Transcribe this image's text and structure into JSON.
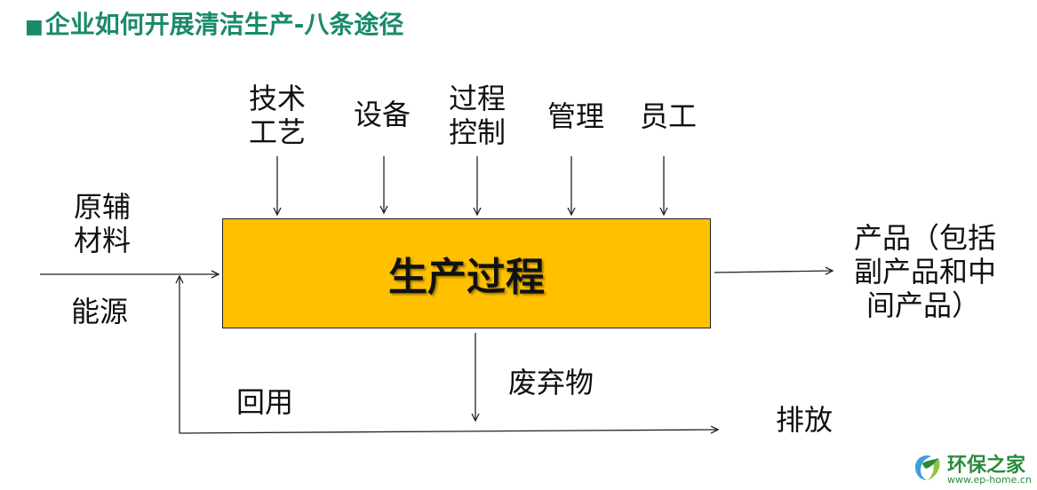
{
  "title": {
    "marker": "■",
    "text": "企业如何开展清洁生产-八条途径"
  },
  "inputs_top": [
    {
      "line1": "技术",
      "line2": "工艺"
    },
    {
      "line1": "设备",
      "line2": ""
    },
    {
      "line1": "过程",
      "line2": "控制"
    },
    {
      "line1": "管理",
      "line2": ""
    },
    {
      "line1": "员工",
      "line2": ""
    }
  ],
  "input_left": {
    "line1": "原辅",
    "line2": "材料",
    "line3": "能源"
  },
  "process": "生产过程",
  "output": {
    "line1": "产品（包括",
    "line2": "副产品和中",
    "line3": "间产品）"
  },
  "waste": "废弃物",
  "recycle": "回用",
  "discharge": "排放",
  "logo": {
    "name": "环保之家",
    "url": "www.ep-home.cn"
  }
}
